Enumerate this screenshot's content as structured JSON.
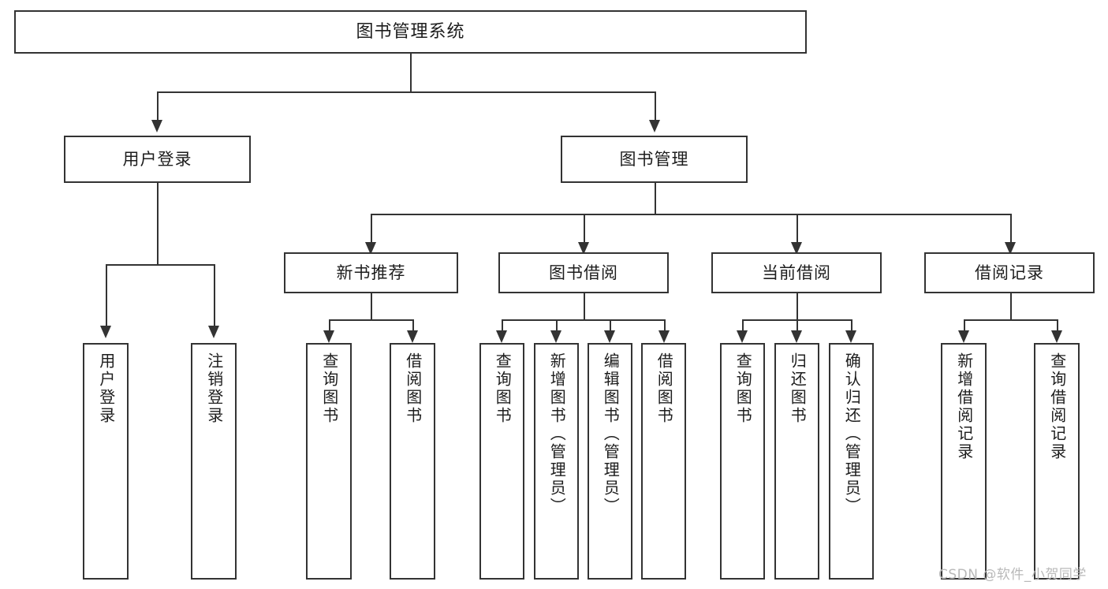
{
  "diagram": {
    "type": "tree-structure-chart",
    "root": {
      "label": "图书管理系统"
    },
    "level2": [
      {
        "label": "用户登录"
      },
      {
        "label": "图书管理"
      }
    ],
    "level3": [
      {
        "label": "新书推荐"
      },
      {
        "label": "图书借阅"
      },
      {
        "label": "当前借阅"
      },
      {
        "label": "借阅记录"
      }
    ],
    "leaves": {
      "user_login": [
        {
          "label": "用户登录"
        },
        {
          "label": "注销登录"
        }
      ],
      "new_book_recommend": [
        {
          "label": "查询图书"
        },
        {
          "label": "借阅图书"
        }
      ],
      "book_borrow": [
        {
          "label": "查询图书"
        },
        {
          "label": "新增图书（管理员）"
        },
        {
          "label": "编辑图书（管理员）"
        },
        {
          "label": "借阅图书"
        }
      ],
      "current_borrow": [
        {
          "label": "查询图书"
        },
        {
          "label": "归还图书"
        },
        {
          "label": "确认归还（管理员）"
        }
      ],
      "borrow_records": [
        {
          "label": "新增借阅记录"
        },
        {
          "label": "查询借阅记录"
        }
      ]
    }
  },
  "watermark": {
    "text": "CSDN @软件_小贺同学"
  },
  "colors": {
    "box_border": "#333333",
    "background": "#ffffff",
    "text": "#1d1d1d",
    "watermark": "#b9b9b9"
  }
}
